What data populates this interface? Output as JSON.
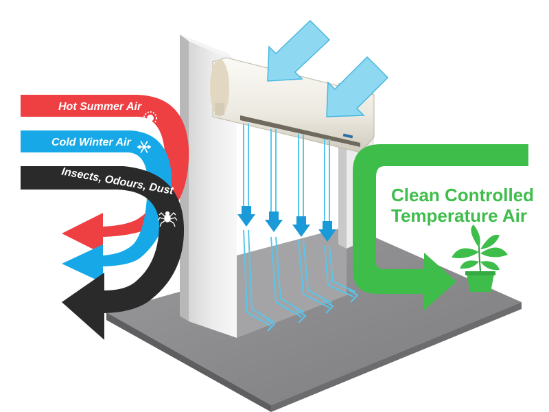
{
  "labels": {
    "hot_summer_air": "Hot Summer Air",
    "cold_winter_air": "Cold Winter Air",
    "insects_odours_dust": "Insects, Odours, Dust",
    "clean_line1": "Clean Controlled",
    "clean_line2": "Temperature Air"
  },
  "colors": {
    "hot": "#ee3f42",
    "cold": "#17a9e7",
    "dust": "#2a2a2a",
    "clean": "#3ebd4b",
    "downdraft": "#7fd3f2",
    "intake": "#8fd8f1",
    "floor": "#8a8a8c",
    "wall": "#e7e7e7",
    "unit": "#f1efe9"
  },
  "icons": {
    "hot": "sun-icon",
    "cold": "snowflake-icon",
    "dust": "spider-icon",
    "clean": "plant-icon"
  }
}
